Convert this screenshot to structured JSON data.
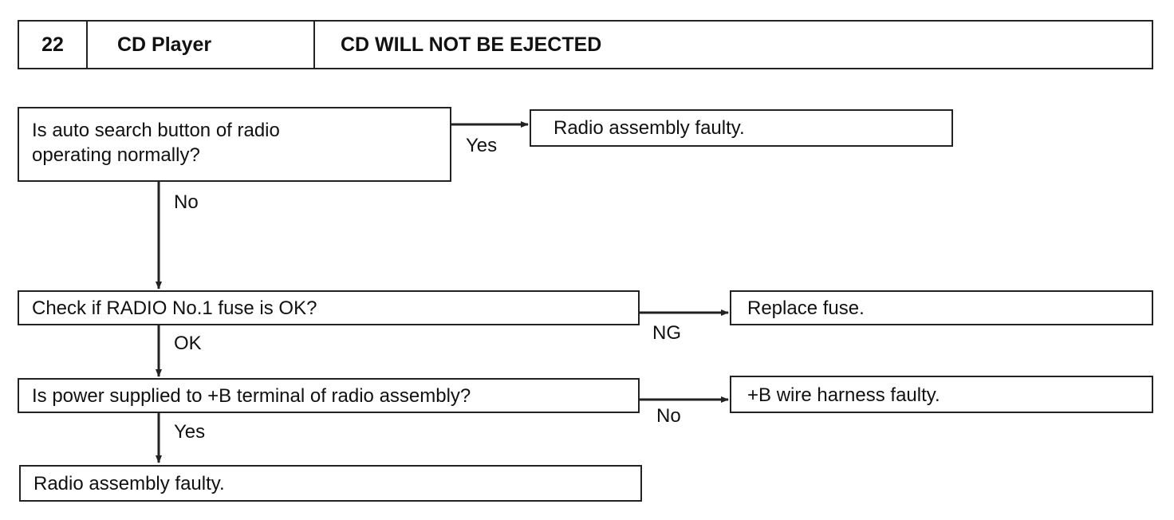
{
  "header": {
    "number": "22",
    "system": "CD Player",
    "symptom": "CD WILL NOT BE EJECTED"
  },
  "flow": {
    "q1": "Is auto search button of radio operating normally?",
    "q1_yes_result": "Radio assembly faulty.",
    "q1_yes_label": "Yes",
    "q1_no_label": "No",
    "q2": "Check if RADIO No.1 fuse is OK?",
    "q2_ng_label": "NG",
    "q2_ng_result": "Replace fuse.",
    "q2_ok_label": "OK",
    "q3": "Is power supplied to +B terminal of radio assembly?",
    "q3_no_label": "No",
    "q3_no_result": "+B wire harness faulty.",
    "q3_yes_label": "Yes",
    "final_result": "Radio assembly faulty."
  }
}
